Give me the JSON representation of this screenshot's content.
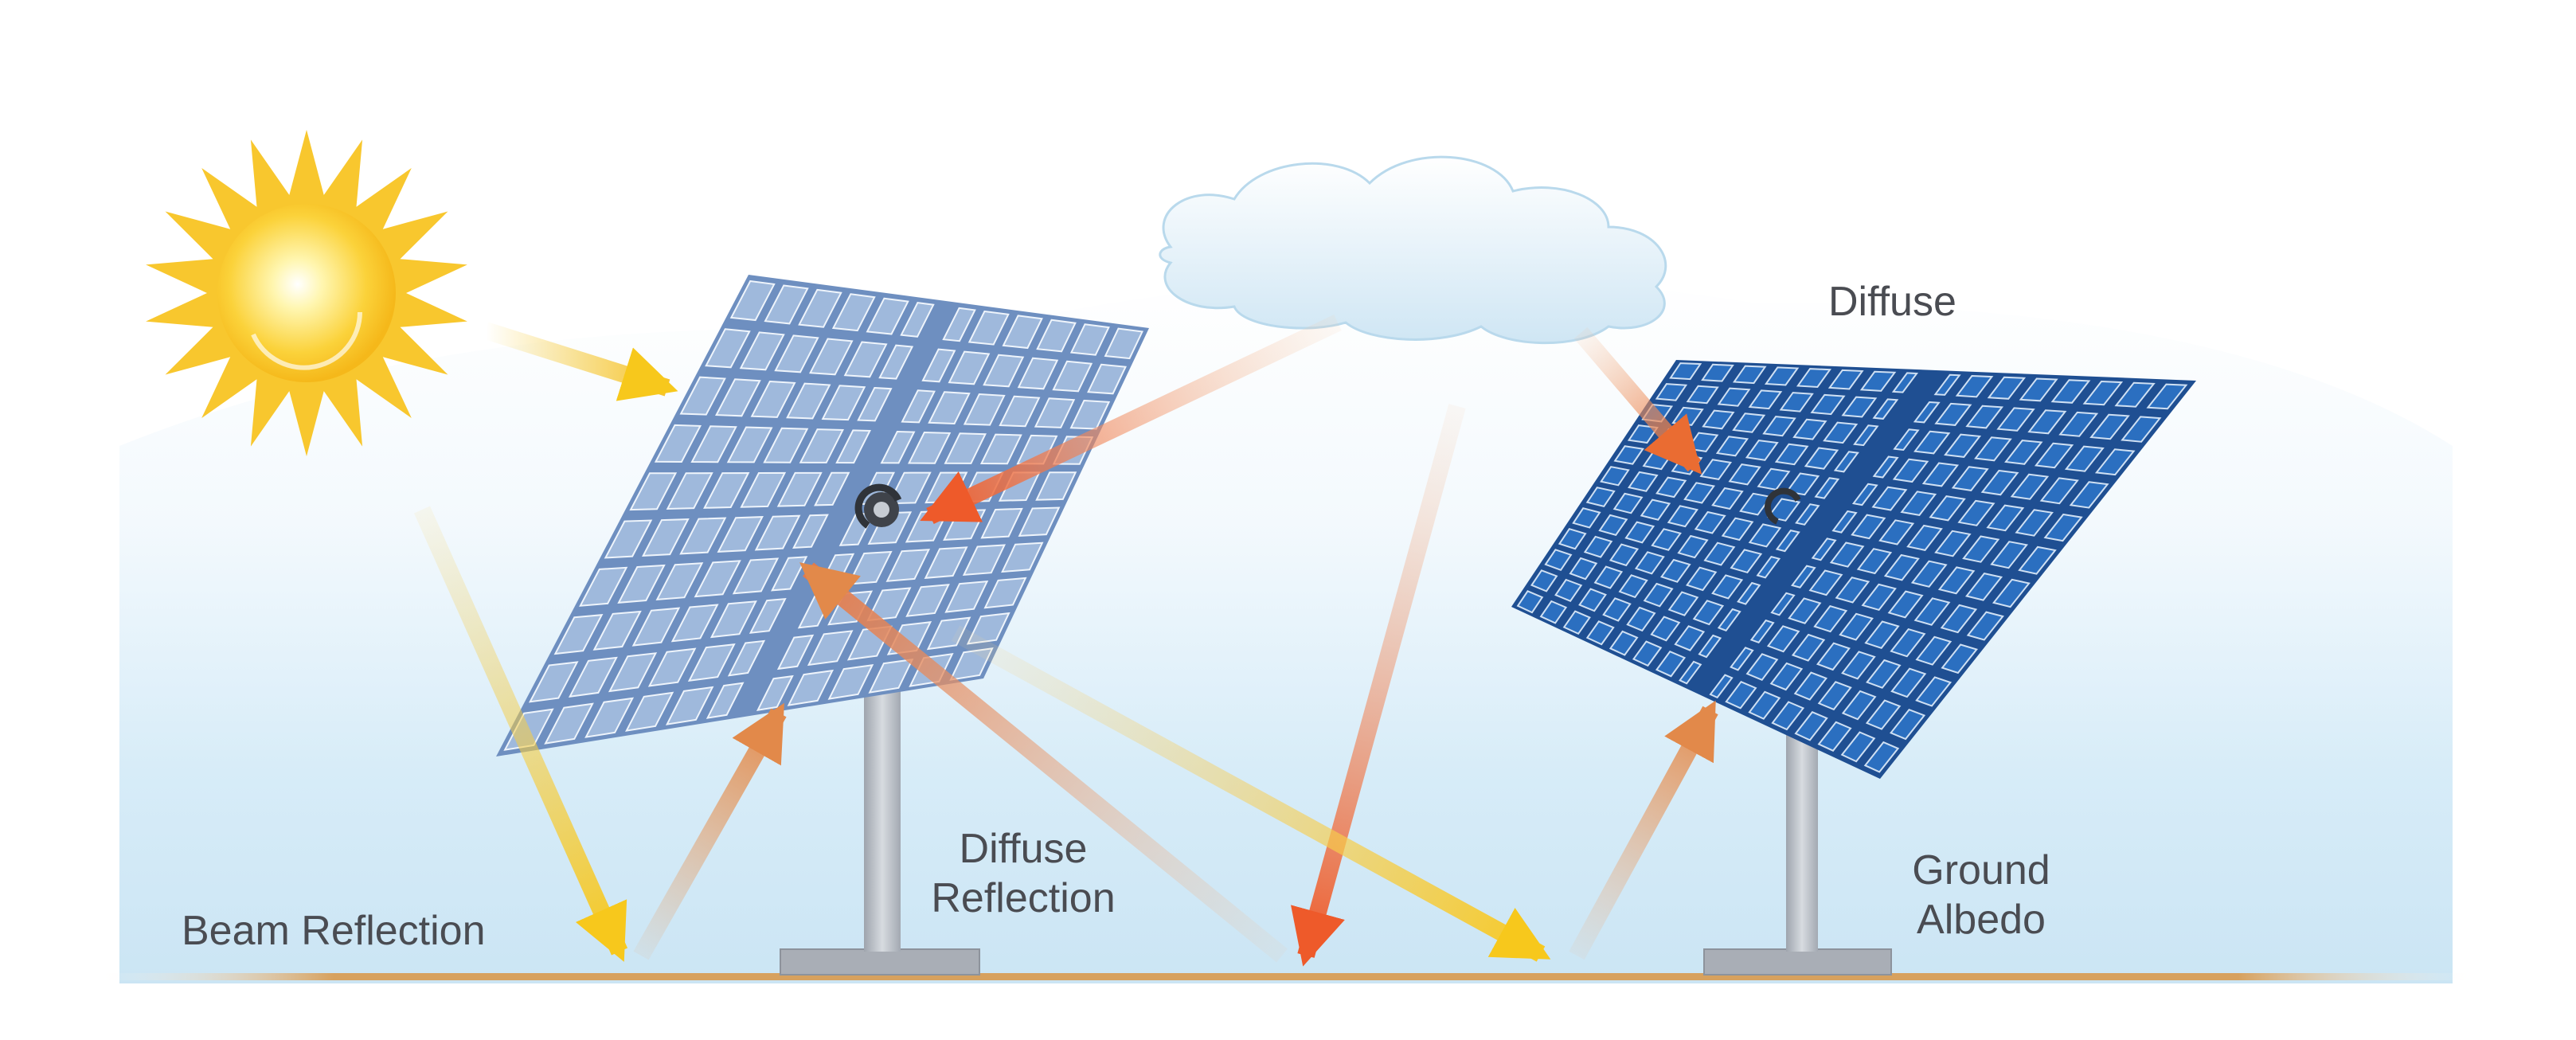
{
  "labels": {
    "beam_reflection": "Beam Reflection",
    "diffuse_reflection_line1": "Diffuse",
    "diffuse_reflection_line2": "Reflection",
    "ground_albedo_line1": "Ground",
    "ground_albedo_line2": "Albedo",
    "diffuse": "Diffuse"
  },
  "colors": {
    "sky_light": "#ffffff",
    "sky_blue": "#cfe7f5",
    "ground": "#d7a15e",
    "sun_yellow": "#f9c92a",
    "beam_arrow": "#f6c92b",
    "diffuse_arrow": "#ee5a2a",
    "albedo_arrow": "#e2894a",
    "front_panel_cell": "#9fb9dc",
    "back_panel_cell": "#2b6fc0",
    "pole": "#b6bcc5",
    "label_text": "#4a4c52"
  },
  "icons": {
    "sun": "sun-icon",
    "cloud": "cloud-icon",
    "tracker_left": "solar-tracker-icon",
    "tracker_right": "solar-tracker-icon"
  }
}
